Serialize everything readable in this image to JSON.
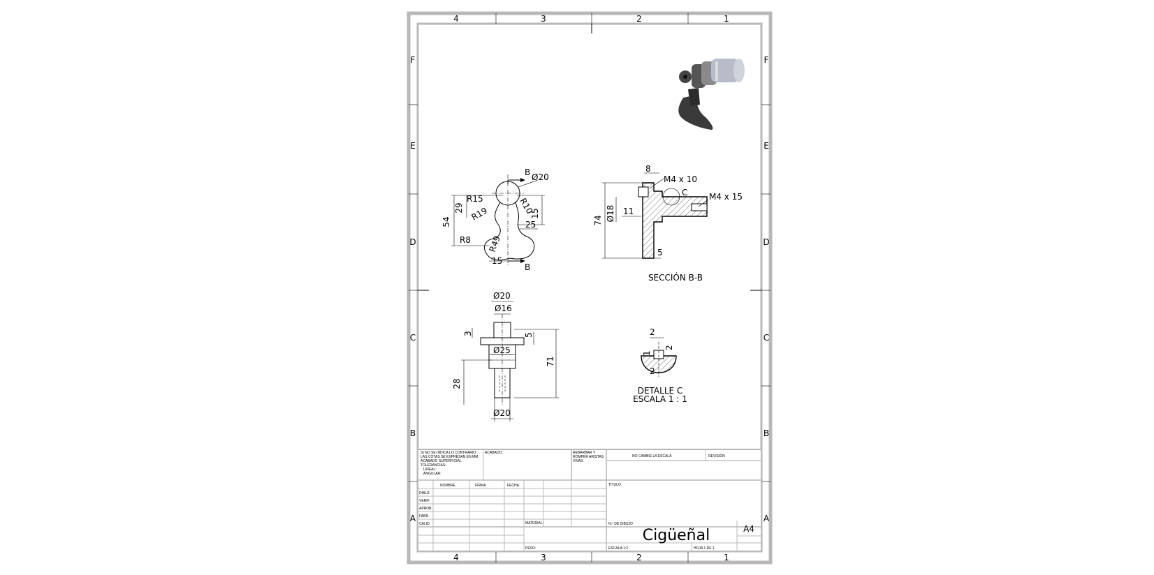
{
  "sheet": {
    "zones_top": [
      "4",
      "3",
      "2",
      "1"
    ],
    "zones_side": [
      "F",
      "E",
      "D",
      "C",
      "B",
      "A"
    ]
  },
  "views": {
    "front": {
      "cut_label_top": "B",
      "cut_label_bottom": "B",
      "dims": [
        "Ø20",
        "R15",
        "R10",
        "R19",
        "R8",
        "R49",
        "54",
        "29",
        "15",
        "25",
        "15"
      ]
    },
    "section": {
      "title": "SECCIÓN B-B",
      "dims": [
        "8",
        "M4 x 10",
        "C",
        "M4 x 15",
        "74",
        "Ø18",
        "11",
        "5"
      ]
    },
    "side": {
      "dims": [
        "Ø20",
        "Ø16",
        "3",
        "5",
        "Ø25",
        "71",
        "28",
        "Ø20"
      ]
    },
    "detail": {
      "title": "DETALLE C",
      "scale": "ESCALA 1 : 1",
      "dims": [
        "2",
        "1",
        "2",
        "2"
      ]
    }
  },
  "title_block": {
    "notes": [
      "SI NO SE INDICA LO CONTRARIO:",
      "LAS COTAS SE EXPRESAN EN MM",
      "ACABADO SUPERFICIAL:",
      "TOLERANCIAS:",
      "LINEAL:",
      "ANGULAR:"
    ],
    "acabado": "ACABADO:",
    "rebabas": [
      "REBARBAR Y",
      "ROMPER ARISTAS",
      "VIVAS"
    ],
    "no_cambie": "NO CAMBIE LA ESCALA",
    "revision": "REVISIÓN",
    "col_headers": [
      "NOMBRE",
      "FIRMA",
      "FECHA"
    ],
    "rows": [
      "DIBUJ.",
      "VERIF.",
      "APROB.",
      "FABR.",
      "CALID."
    ],
    "titulo_label": "TÍTULO:",
    "material_label": "MATERIAL:",
    "n_dibujo_label": "N.º DE DIBUJO",
    "title": "Cigüeñal",
    "size": "A4",
    "peso_label": "PESO:",
    "escala_label": "ESCALA:1:2",
    "hoja_label": "HOJA 1 DE 1"
  }
}
